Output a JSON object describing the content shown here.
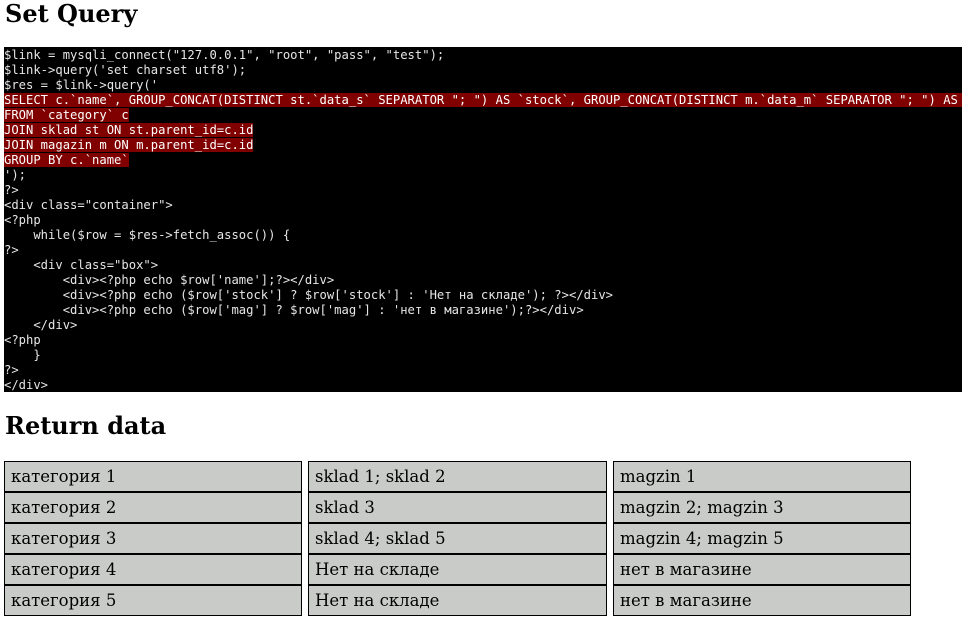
{
  "headings": {
    "set_query": "Set Query",
    "return_data": "Return data"
  },
  "code_lines": [
    {
      "text": "$link = mysqli_connect(\"127.0.0.1\", \"root\", \"pass\", \"test\");",
      "highlight": false
    },
    {
      "text": "$link->query('set charset utf8');",
      "highlight": false
    },
    {
      "text": "$res = $link->query('",
      "highlight": false
    },
    {
      "text": "SELECT c.`name`, GROUP_CONCAT(DISTINCT st.`data_s` SEPARATOR \"; \") AS `stock`, GROUP_CONCAT(DISTINCT m.`data_m` SEPARATOR \"; \") AS `mag`",
      "highlight": true
    },
    {
      "text": "FROM `category` c",
      "highlight": true
    },
    {
      "text": "JOIN sklad st ON st.parent_id=c.id",
      "highlight": true
    },
    {
      "text": "JOIN magazin m ON m.parent_id=c.id",
      "highlight": true
    },
    {
      "text": "GROUP BY c.`name`",
      "highlight": true
    },
    {
      "text": "');",
      "highlight": false
    },
    {
      "text": "?>",
      "highlight": false
    },
    {
      "text": "<div class=\"container\">",
      "highlight": false
    },
    {
      "text": "<?php",
      "highlight": false
    },
    {
      "text": "    while($row = $res->fetch_assoc()) {",
      "highlight": false
    },
    {
      "text": "?>",
      "highlight": false
    },
    {
      "text": "    <div class=\"box\">",
      "highlight": false
    },
    {
      "text": "        <div><?php echo $row['name'];?></div>",
      "highlight": false
    },
    {
      "text": "        <div><?php echo ($row['stock'] ? $row['stock'] : 'Нет на складе'); ?></div>",
      "highlight": false
    },
    {
      "text": "        <div><?php echo ($row['mag'] ? $row['mag'] : 'нет в магазине');?></div>",
      "highlight": false
    },
    {
      "text": "    </div>",
      "highlight": false
    },
    {
      "text": "<?php",
      "highlight": false
    },
    {
      "text": "    }",
      "highlight": false
    },
    {
      "text": "?>",
      "highlight": false
    },
    {
      "text": "</div>",
      "highlight": false
    }
  ],
  "rows": [
    [
      "категория 1",
      "sklad 1; sklad 2",
      "magzin 1"
    ],
    [
      "категория 2",
      "sklad 3",
      "magzin 2; magzin 3"
    ],
    [
      "категория 3",
      "sklad 4; sklad 5",
      "magzin 4; magzin 5"
    ],
    [
      "категория 4",
      "Нет на складе",
      "нет в магазине"
    ],
    [
      "категория 5",
      "Нет на складе",
      "нет в магазине"
    ]
  ],
  "colors": {
    "code_bg": "#000000",
    "highlight_bg": "#800000",
    "cell_bg": "#c9cbc8"
  }
}
